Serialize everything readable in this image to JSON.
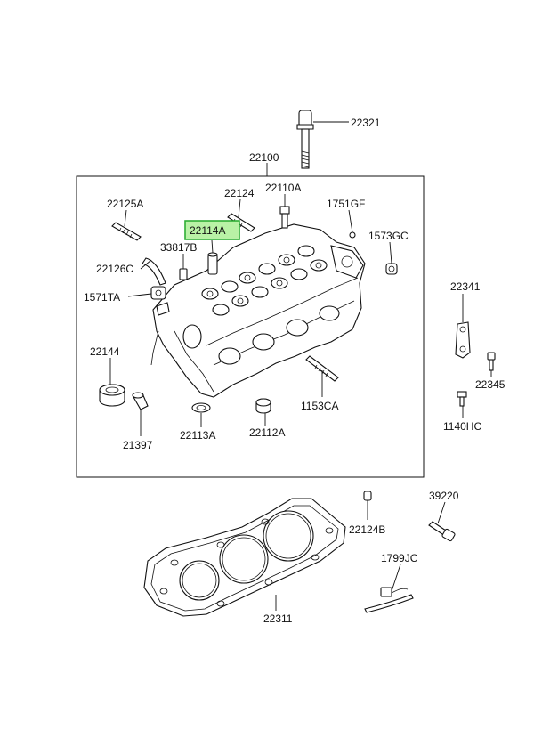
{
  "labels": {
    "p22321": "22321",
    "p22100": "22100",
    "p22125A": "22125A",
    "p22124": "22124",
    "p22110A": "22110A",
    "p1751GF": "1751GF",
    "p22114A": "22114A",
    "p1573GC": "1573GC",
    "p33817B": "33817B",
    "p22126C": "22126C",
    "p1571TA": "1571TA",
    "p22341": "22341",
    "p22144": "22144",
    "p22345": "22345",
    "p1153CA": "1153CA",
    "p1140HC": "1140HC",
    "p21397": "21397",
    "p22113A": "22113A",
    "p22112A": "22112A",
    "p39220": "39220",
    "p22124B": "22124B",
    "p1799JC": "1799JC",
    "p22311": "22311"
  },
  "highlighted_part": "22114A",
  "colors": {
    "line": "#111111",
    "highlight_fill": "#b9f2a6",
    "highlight_border": "#2fae35",
    "background": "#ffffff"
  }
}
